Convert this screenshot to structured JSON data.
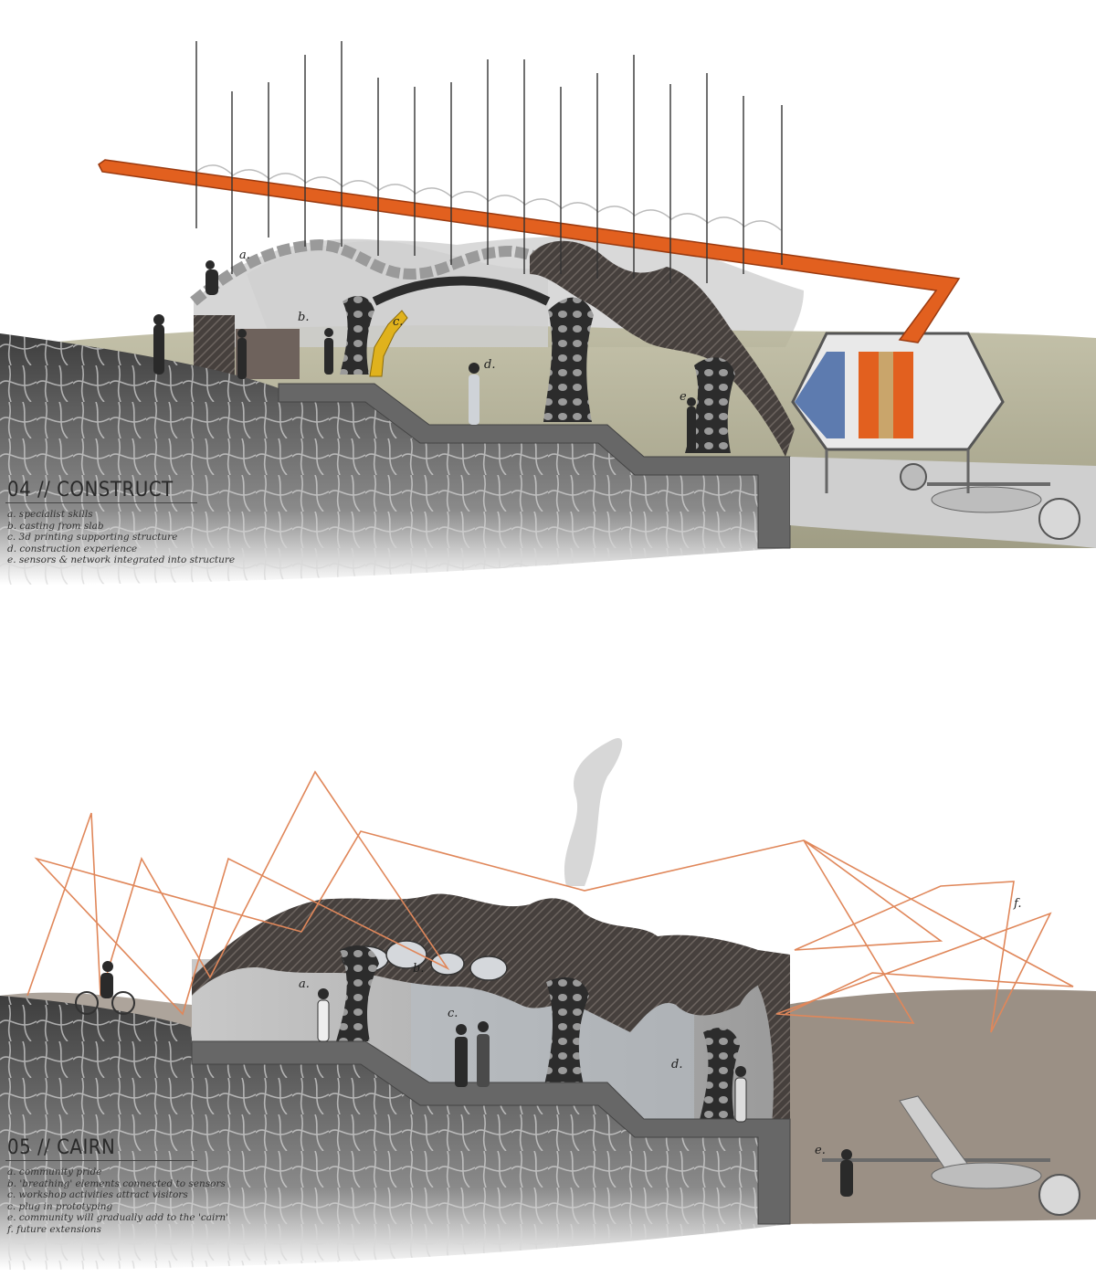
{
  "sections": [
    {
      "id": "construct",
      "title": "04 // CONSTRUCT",
      "notes": [
        "a. specialist skills",
        "b. casting from slab",
        "c. 3d printing supporting structure",
        "d. construction experience",
        "e. sensors & network integrated into structure"
      ],
      "tags": [
        "a.",
        "b.",
        "c.",
        "d.",
        "e."
      ]
    },
    {
      "id": "cairn",
      "title": "05 // CAIRN",
      "notes": [
        "a. community pride",
        "b. 'breathing' elements connected to sensors",
        "c. workshop activities attract visitors",
        "c. plug in prototyping",
        "e. community will gradually add to the 'cairn'",
        "f. future extensions"
      ],
      "tags": [
        "a.",
        "b.",
        "c.",
        "d.",
        "e.",
        "f."
      ]
    }
  ],
  "colors": {
    "orange_beam": "#e2601f",
    "lattice_line": "#e0875a",
    "roof_dark": "#3f3a38",
    "ground_dark": "#4a4a4a",
    "concrete": "#6a6a6a",
    "landscape_green": "#a6a37a",
    "landscape_brown": "#8a7d70"
  }
}
